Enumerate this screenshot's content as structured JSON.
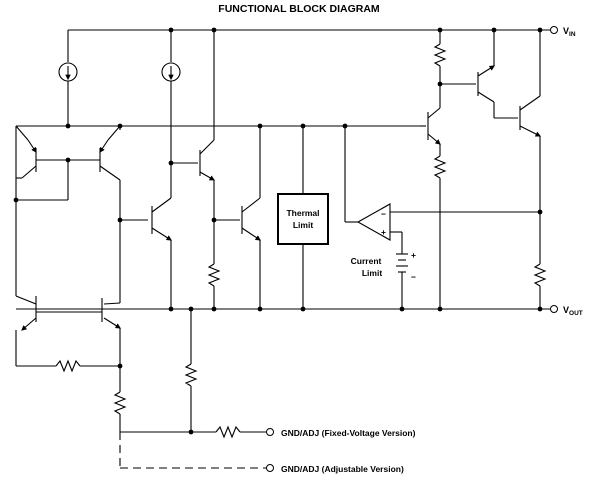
{
  "title": "FUNCTIONAL BLOCK DIAGRAM",
  "pins": {
    "vin": {
      "main": "V",
      "sub": "IN"
    },
    "vout": {
      "main": "V",
      "sub": "OUT"
    },
    "gnd_fixed": "GND/ADJ (Fixed-Voltage Version)",
    "gnd_adj": "GND/ADJ (Adjustable Version)"
  },
  "blocks": {
    "thermal_limit": [
      "Thermal",
      "Limit"
    ],
    "current_limit": [
      "Current",
      "Limit"
    ]
  },
  "amplifier": {
    "minus": "−",
    "plus": "+"
  },
  "battery": {
    "plus": "+",
    "minus": "−"
  }
}
